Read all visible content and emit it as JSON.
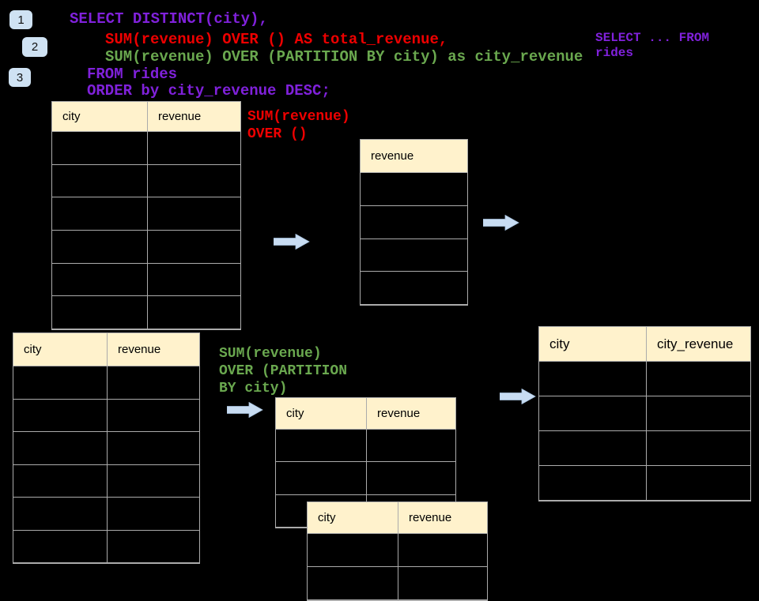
{
  "colors": {
    "background": "#000000",
    "sql_purple": "#8021DB",
    "sql_red": "#EE0000",
    "sql_green": "#6AA84F",
    "table_header_bg": "#FFF2CC",
    "table_border": "#ABABAB",
    "arrow_blue": "#C8DCF2",
    "badge_blue": "#CFE2F3"
  },
  "steps": [
    {
      "label": "1"
    },
    {
      "label": "2"
    },
    {
      "label": "3"
    }
  ],
  "sql": {
    "lines": [
      {
        "text": "SELECT DISTINCT(city),",
        "role": "select-clause"
      },
      {
        "text": "SUM(revenue) OVER () AS total_revenue,",
        "role": "total-window-function"
      },
      {
        "text": "SUM(revenue) OVER (PARTITION BY city) as city_revenue",
        "role": "partition-window-function"
      },
      {
        "text": "FROM rides",
        "role": "from-clause"
      },
      {
        "text": "ORDER by city_revenue DESC;",
        "role": "order-clause"
      }
    ]
  },
  "annotations": {
    "source_note": {
      "line1": "SELECT ... FROM",
      "line2": "rides"
    },
    "total_note": {
      "line1": "SUM(revenue)",
      "line2": "OVER ()"
    },
    "partition_note": {
      "line1": "SUM(revenue)",
      "line2": "OVER (PARTITION",
      "line3": "BY city)"
    }
  },
  "tables": {
    "source": {
      "headers": [
        "city",
        "revenue"
      ],
      "empty_rows": 6
    },
    "total_result": {
      "headers": [
        "revenue"
      ],
      "empty_rows": 4
    },
    "partition_source": {
      "headers": [
        "city",
        "revenue"
      ],
      "empty_rows": 6
    },
    "partition_mid": {
      "headers": [
        "city",
        "revenue"
      ],
      "empty_rows": 3
    },
    "partition_overlay": {
      "headers": [
        "city",
        "revenue"
      ],
      "empty_rows": 2
    },
    "final_result": {
      "headers": [
        "city",
        "city_revenue"
      ],
      "empty_rows": 4
    }
  }
}
